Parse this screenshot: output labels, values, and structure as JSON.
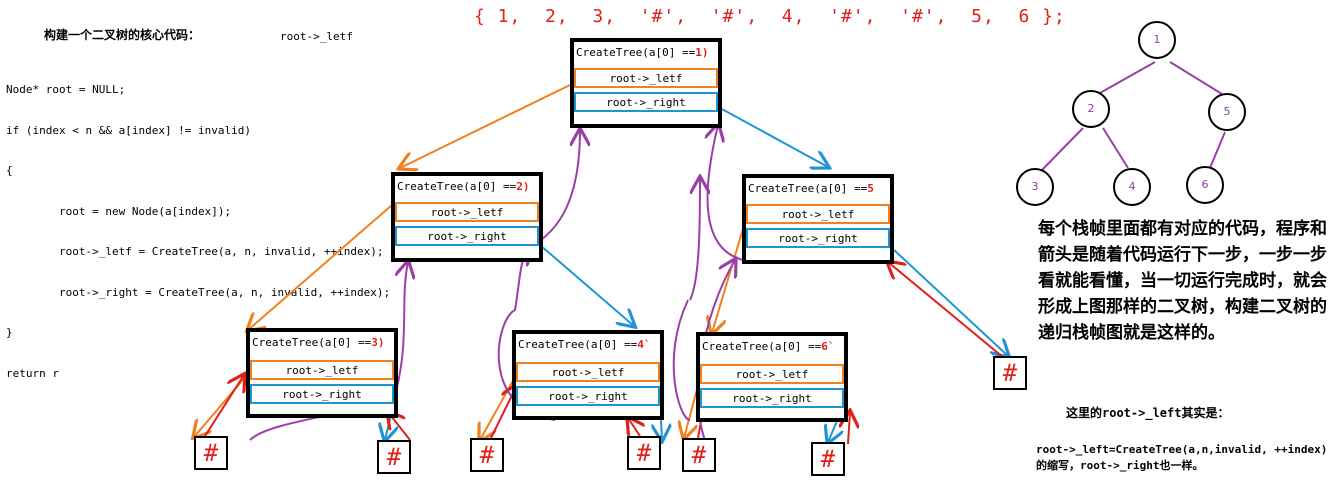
{
  "code_title": "构建一个二叉树的核心代码：",
  "code_hint": "root->_letf",
  "code_lines": [
    "Node* root = NULL;",
    "if (index < n && a[index] != invalid)",
    "{",
    "        root = new Node(a[index]);",
    "        root->_letf = CreateTree(a, n, invalid, ++index);",
    "        root->_right = CreateTree(a, n, invalid, ++index);",
    "}",
    "return r"
  ],
  "array_text": "{ 1,  2,  3,  '#',  '#',  4,  '#',  '#',  5,  6 };",
  "frames": [
    {
      "head": "CreateTree(a[0] ==",
      "num": "1)",
      "left": "root->_letf",
      "right": "root->_right"
    },
    {
      "head": "CreateTree(a[0] ==",
      "num": "2)",
      "left": "root->_letf",
      "right": "root->_right"
    },
    {
      "head": "CreateTree(a[0] ==",
      "num": "5",
      "left": "root->_letf",
      "right": "root->_right"
    },
    {
      "head": "CreateTree(a[0] ==",
      "num": "3)",
      "left": "root->_letf",
      "right": "root->_right"
    },
    {
      "head": "CreateTree(a[0] ==",
      "num": "4`",
      "left": "root->_letf",
      "right": "root->_right"
    },
    {
      "head": "CreateTree(a[0] ==",
      "num": "6`",
      "left": "root->_letf",
      "right": "root->_right"
    }
  ],
  "hash_symbol": "#",
  "tree_nodes": [
    "1",
    "2",
    "5",
    "3",
    "4",
    "6"
  ],
  "note_text": "每个栈帧里面都有对应的代码，程序和箭头是随着代码运行下一步，一步一步看就能看懂，当一切运行完成时，就会形成上图那样的二叉树，构建二叉树的递归栈帧图就是这样的。",
  "note2_title": "这里的root->_left其实是：",
  "note2_text": "root->_left=CreateTree(a,n,invalid, ++index)的缩写，root->_right也一样。",
  "colors": {
    "orange": "#f08020",
    "blue": "#1e96d6",
    "purple": "#9b3fa8",
    "red": "#e0201c"
  }
}
